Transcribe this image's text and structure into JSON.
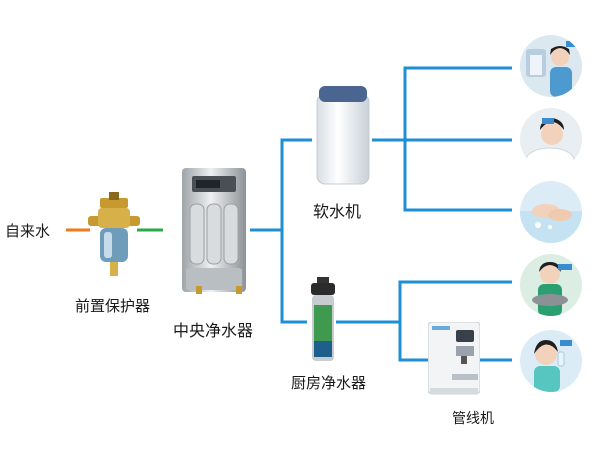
{
  "labels": {
    "source": "自来水",
    "prefilter": "前置保护器",
    "central": "中央净水器",
    "softener": "软水机",
    "kitchen": "厨房净水器",
    "pipeline": "管线机"
  },
  "colors": {
    "pipe_blue": "#1e8fd6",
    "inlet_orange": "#f07a1a",
    "outlet_green": "#2aa84a",
    "circle_bg": "#dcecf6",
    "skin": "#f3d2bb",
    "hair": "#1f1f1f"
  },
  "usage_icons": [
    "laundry-photo",
    "bath-photo",
    "handwash-photo",
    "cooking-photo",
    "drinking-photo"
  ]
}
